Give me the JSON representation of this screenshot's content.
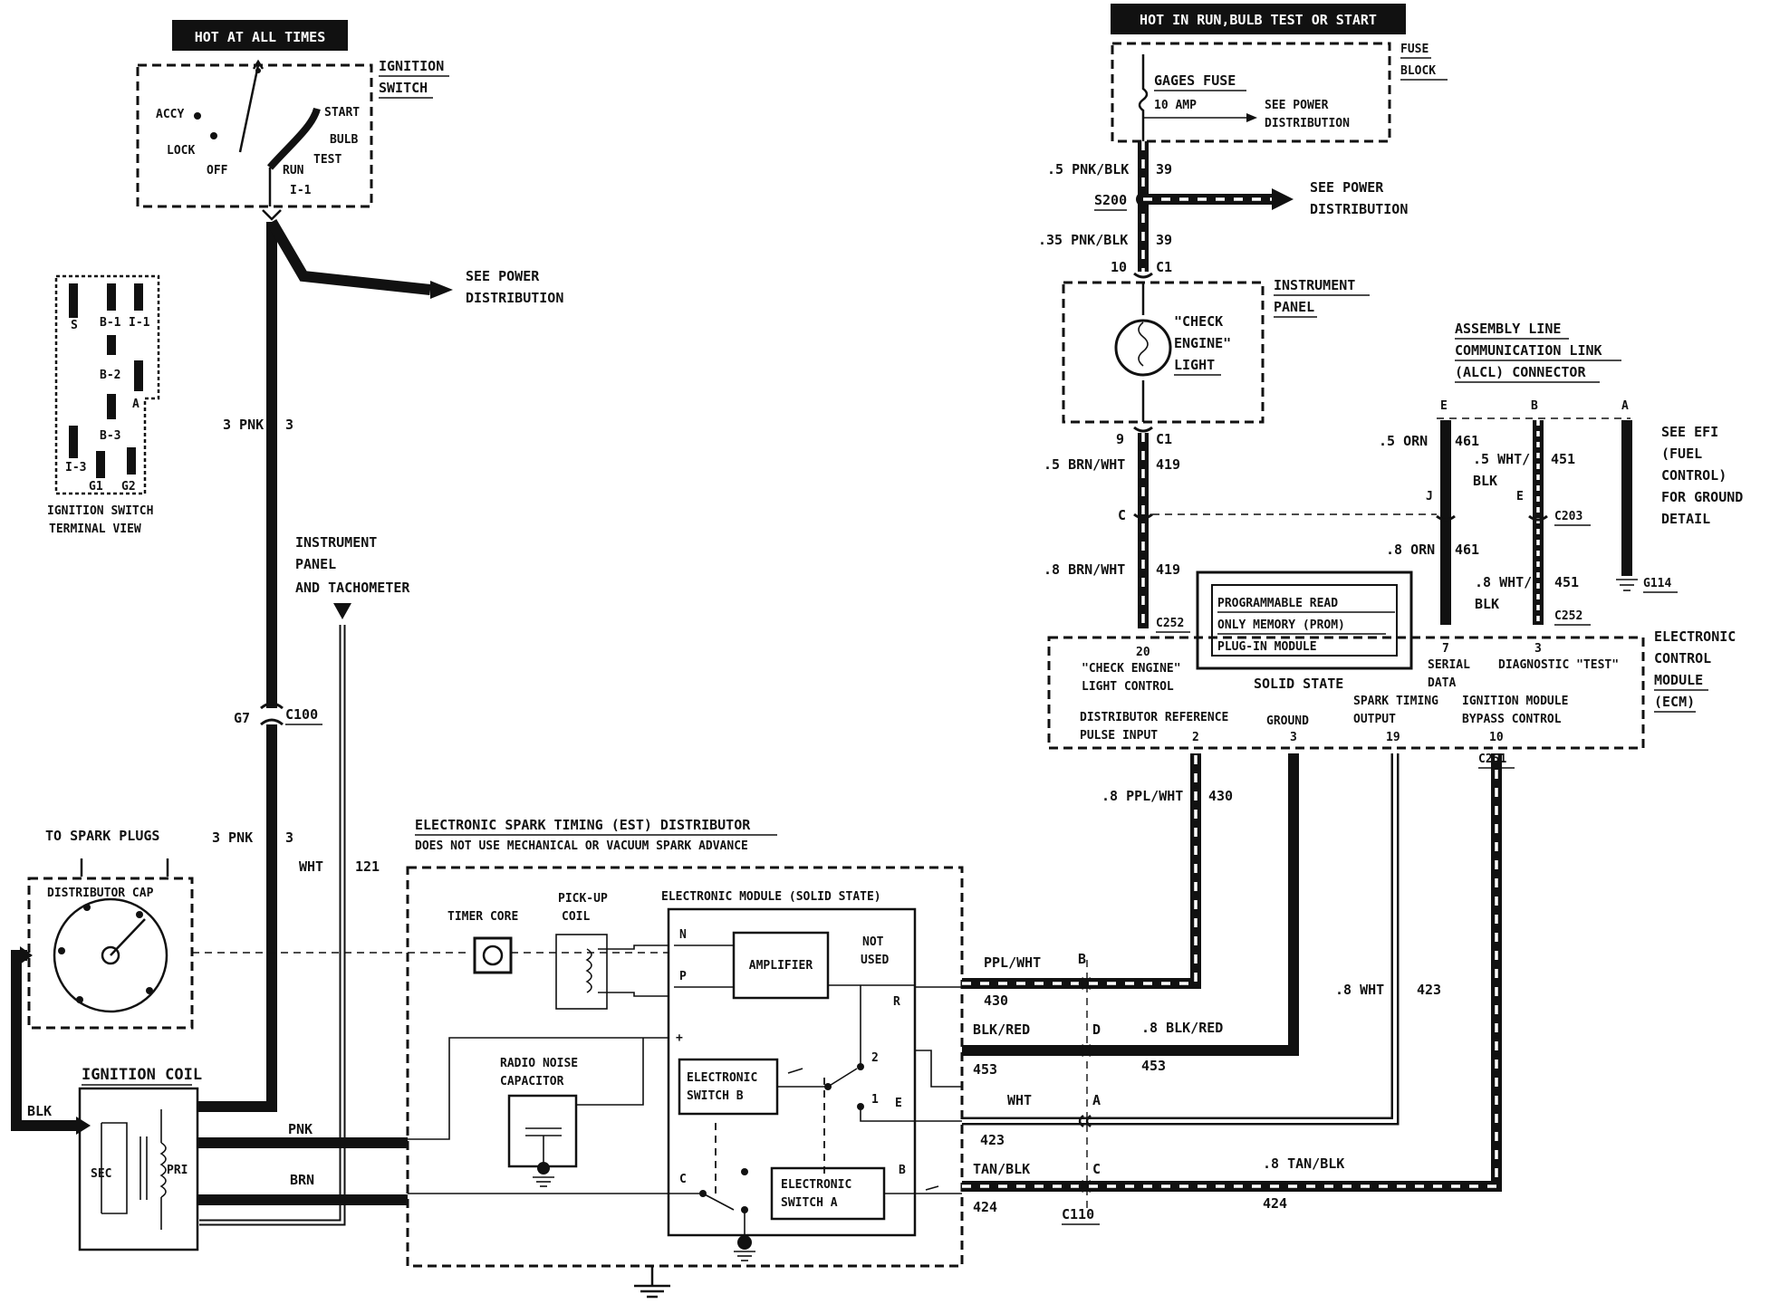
{
  "top_labels": {
    "hot_at_all_times": "HOT AT ALL TIMES",
    "hot_in_run": "HOT IN RUN,BULB TEST OR START"
  },
  "ignition_switch": {
    "title_l1": "IGNITION",
    "title_l2": "SWITCH",
    "accy": "ACCY",
    "lock": "LOCK",
    "off": "OFF",
    "run": "RUN",
    "start": "START",
    "bulb": "BULB",
    "test": "TEST",
    "i1": "I-1"
  },
  "terminal_view": {
    "s": "S",
    "b1": "B-1",
    "i1": "I-1",
    "b2": "B-2",
    "a": "A",
    "b3": "B-3",
    "i3": "I-3",
    "g1": "G1",
    "g2": "G2",
    "caption_l1": "IGNITION SWITCH",
    "caption_l2": "TERMINAL VIEW"
  },
  "power_left": {
    "l1": "SEE POWER",
    "l2": "DISTRIBUTION"
  },
  "pnk_wire": {
    "gauge": "3 PNK",
    "circuit": "3",
    "gauge2": "3 PNK",
    "circuit2": "3",
    "pin": "G7",
    "connector": "C100"
  },
  "tach": {
    "l1": "INSTRUMENT",
    "l2": "PANEL",
    "l3": "AND TACHOMETER",
    "color": "WHT",
    "circuit": "121"
  },
  "distributor": {
    "to_plugs": "TO SPARK PLUGS",
    "cap": "DISTRIBUTOR CAP"
  },
  "coil": {
    "title": "IGNITION COIL",
    "sec": "SEC",
    "pri": "PRI",
    "blk": "BLK",
    "pnk": "PNK",
    "brn": "BRN"
  },
  "est": {
    "title": "ELECTRONIC SPARK TIMING (EST) DISTRIBUTOR",
    "subtitle": "DOES NOT USE MECHANICAL OR VACUUM SPARK ADVANCE",
    "timer_core": "TIMER CORE",
    "pickup_l1": "PICK-UP",
    "pickup_l2": "COIL",
    "module_title": "ELECTRONIC MODULE (SOLID STATE)",
    "amplifier": "AMPLIFIER",
    "not_used_l1": "NOT",
    "not_used_l2": "USED",
    "n": "N",
    "p": "P",
    "plus": "+",
    "c": "C",
    "r": "R",
    "e": "E",
    "b": "B",
    "pos2": "2",
    "pos1": "1",
    "radio_l1": "RADIO NOISE",
    "radio_l2": "CAPACITOR",
    "switch_b_l1": "ELECTRONIC",
    "switch_b_l2": "SWITCH B",
    "switch_a_l1": "ELECTRONIC",
    "switch_a_l2": "SWITCH A"
  },
  "c110": {
    "connector": "C110",
    "rows": [
      {
        "color": "PPL/WHT",
        "circuit": "430",
        "pin": "B"
      },
      {
        "color": "BLK/RED",
        "circuit": "453",
        "pin": "D"
      },
      {
        "color": "WHT",
        "circuit": "423",
        "pin": "A"
      },
      {
        "color": "TAN/BLK",
        "circuit": "424",
        "pin": "C"
      }
    ]
  },
  "ecm_wires": {
    "ppl": {
      "gauge": ".8 PPL/WHT",
      "circuit": "430"
    },
    "blkred": {
      "gauge": ".8 BLK/RED",
      "circuit": "453"
    },
    "wht": {
      "gauge": ".8 WHT",
      "circuit": "423"
    },
    "tan": {
      "gauge": ".8 TAN/BLK",
      "circuit": "424"
    }
  },
  "fuse_block": {
    "title_l1": "FUSE",
    "title_l2": "BLOCK",
    "fuse": "GAGES FUSE",
    "amp": "10 AMP",
    "see_l1": "SEE POWER",
    "see_l2": "DISTRIBUTION"
  },
  "right_feed": {
    "w1_gauge": ".5 PNK/BLK",
    "w1_circuit": "39",
    "splice": "S200",
    "see_l1": "SEE POWER",
    "see_l2": "DISTRIBUTION",
    "w2_gauge": ".35 PNK/BLK",
    "w2_circuit": "39",
    "pin10": "10",
    "c1a": "C1"
  },
  "instrument_panel": {
    "title_l1": "INSTRUMENT",
    "title_l2": "PANEL",
    "light_l1": "\"CHECK",
    "light_l2": "ENGINE\"",
    "light_l3": "LIGHT",
    "pin9": "9",
    "c1b": "C1"
  },
  "brn_wires": {
    "g1": ".5 BRN/WHT",
    "c1": "419",
    "pin_c": "C",
    "g2": ".8 BRN/WHT",
    "c2": "419",
    "c252": "C252"
  },
  "alcl": {
    "title_l1": "ASSEMBLY LINE",
    "title_l2": "COMMUNICATION LINK",
    "title_l3": "(ALCL) CONNECTOR",
    "e": "E",
    "b": "B",
    "a": "A",
    "orn1": ".5 ORN",
    "orn1_c": "461",
    "wb1_l1": ".5 WHT/",
    "wb1_l2": "BLK",
    "wb1_c": "451",
    "j": "J",
    "e2": "E",
    "c203": "C203",
    "orn2": ".8 ORN",
    "orn2_c": "461",
    "wb2_l1": ".8 WHT/",
    "wb2_l2": "BLK",
    "wb2_c": "451",
    "c252b": "C252",
    "efi_l1": "SEE EFI",
    "efi_l2": "(FUEL",
    "efi_l3": "CONTROL)",
    "efi_l4": "FOR GROUND",
    "efi_l5": "DETAIL",
    "g114": "G114"
  },
  "ecm": {
    "title_l1": "ELECTRONIC",
    "title_l2": "CONTROL",
    "title_l3": "MODULE",
    "title_l4": "(ECM)",
    "prom_l1": "PROGRAMMABLE READ",
    "prom_l2": "ONLY MEMORY (PROM)",
    "prom_l3": "PLUG-IN MODULE",
    "solid": "SOLID STATE",
    "pin20": "20",
    "check_l1": "\"CHECK ENGINE\"",
    "check_l2": "LIGHT CONTROL",
    "pin7": "7",
    "serial_l1": "SERIAL",
    "serial_l2": "DATA",
    "pin3d": "3",
    "diag": "DIAGNOSTIC \"TEST\"",
    "dist_l1": "DISTRIBUTOR REFERENCE",
    "dist_l2": "PULSE INPUT",
    "pin2": "2",
    "ground": "GROUND",
    "pin3": "3",
    "spark_l1": "SPARK TIMING",
    "spark_l2": "OUTPUT",
    "pin19": "19",
    "bypass_l1": "IGNITION MODULE",
    "bypass_l2": "BYPASS CONTROL",
    "pin10": "10",
    "c251": "C251"
  }
}
